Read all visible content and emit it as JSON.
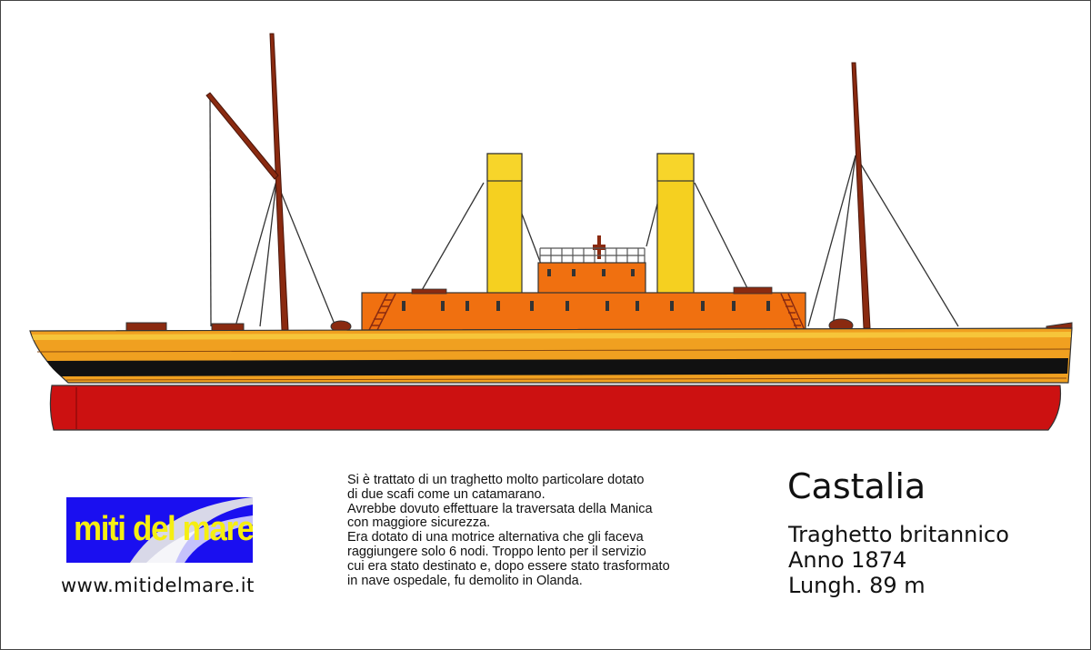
{
  "ship": {
    "name": "Castalia",
    "type": "Traghetto britannico",
    "year": "Anno 1874",
    "length": "Lungh. 89 m",
    "colors": {
      "hull_lower": "#cc1111",
      "hull_upper": "#f0a020",
      "stripe": "#111111",
      "deckhouse": "#f07010",
      "funnels": "#f5d020",
      "masts": "#8a2a10"
    }
  },
  "description": {
    "lines": [
      "Si è trattato di un traghetto molto particolare dotato",
      "di due scafi come un catamarano.",
      "Avrebbe dovuto effettuare la traversata della Manica",
      "con maggiore sicurezza.",
      "Era dotato di una motrice alternativa che gli faceva",
      "raggiungere solo 6 nodi. Troppo lento per il servizio",
      "cui era stato destinato e, dopo essere stato trasformato",
      "in nave ospedale, fu demolito in Olanda."
    ]
  },
  "logo": {
    "text": "miti del mare",
    "background": "#1a0ff0",
    "text_color": "#f5ee12"
  },
  "website": "www.mitidelmare.it"
}
